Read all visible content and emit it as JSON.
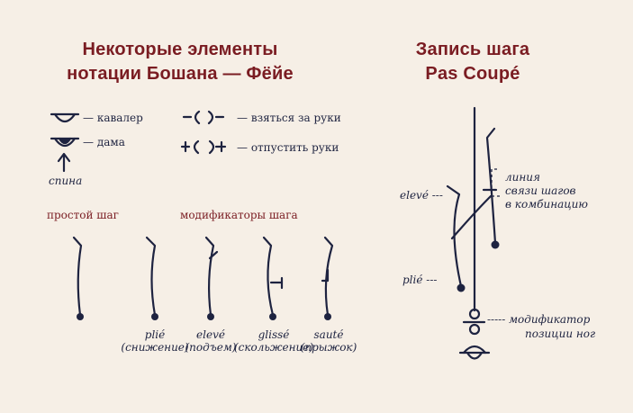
{
  "left_panel": {
    "title_line1": "Некоторые элементы",
    "title_line2": "нотации Бошана — Фёйе",
    "legend": {
      "cavalier": "— кавалер",
      "lady": "— дама",
      "back": "спина",
      "take_hands": "— взяться за руки",
      "release_hands": "— отпустить руки"
    },
    "simple_step": "простой шаг",
    "modifiers_title": "модификаторы шага",
    "modifiers": [
      {
        "term": "plié",
        "translation": "(снижение)"
      },
      {
        "term": "elevé",
        "translation": "(подъем)"
      },
      {
        "term": "glissé",
        "translation": "(скольжение)"
      },
      {
        "term": "sauté",
        "translation": "(прыжок)"
      }
    ]
  },
  "right_panel": {
    "title_line1": "Запись шага",
    "title_line2": "Pas Coupé",
    "annotations": {
      "eleve": "elevé ---",
      "plie": "plié ---",
      "link_line1": "линия",
      "link_line2": "связи шагов",
      "link_line3": "в комбинацию",
      "position_modifier_line1": "----- модификатор",
      "position_modifier_line2": "позиции ног"
    }
  },
  "colors": {
    "background": "#f6efe6",
    "heading": "#7a1c22",
    "ink": "#1e2340"
  }
}
